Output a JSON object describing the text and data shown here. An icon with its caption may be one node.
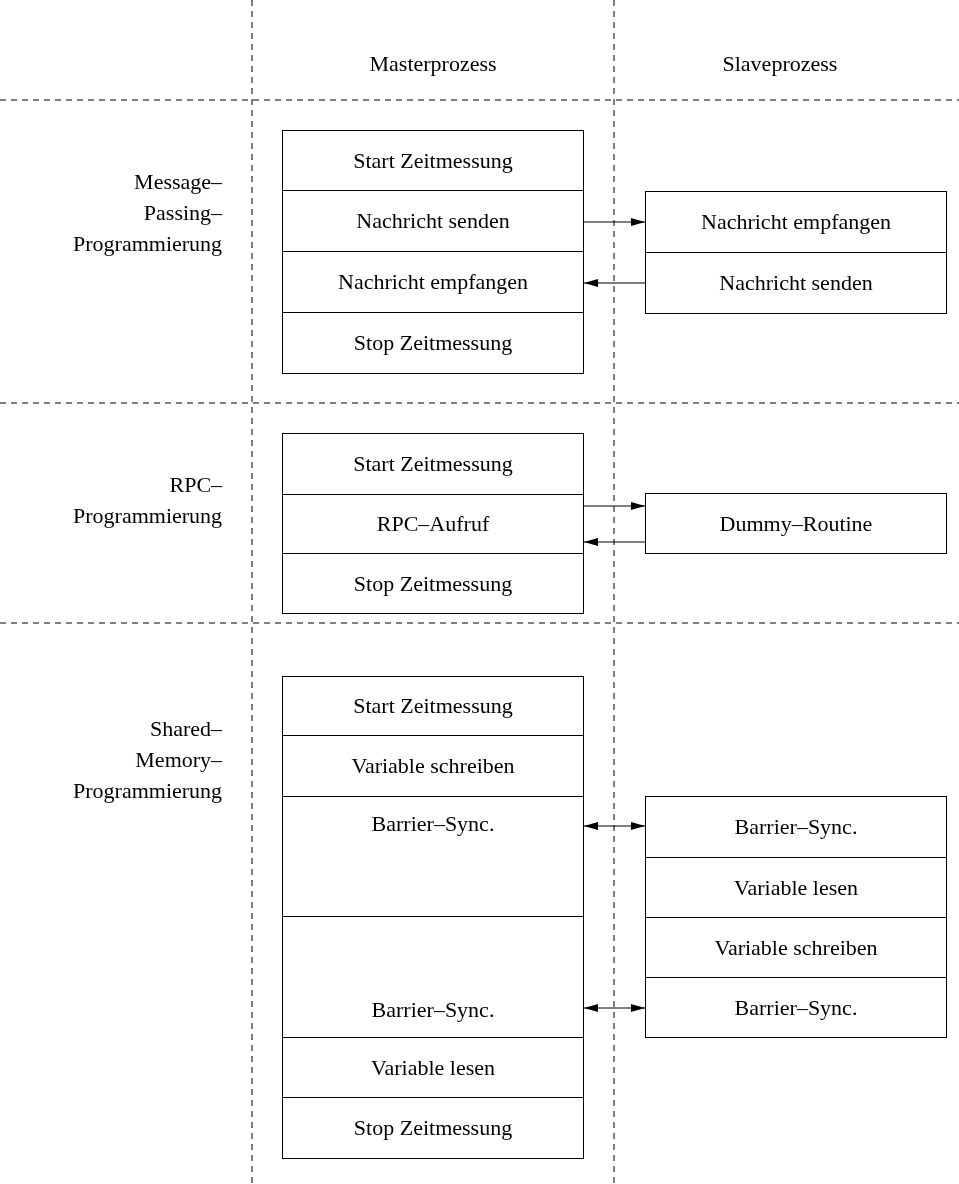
{
  "diagram": {
    "nodes": [
      {
        "text": [
          "Start Zeitmessung"
        ]
      },
      {
        "text": [
          "Nachricht senden"
        ]
      },
      {
        "text": [
          "Nachricht empfangen"
        ]
      },
      {
        "text": [
          "Stop Zeitmessung"
        ]
      },
      {
        "text": [
          "Nachricht empfangen"
        ]
      },
      {
        "text": [
          "Nachricht senden"
        ]
      },
      {
        "text": [
          "Start Zeitmessung"
        ]
      },
      {
        "text": [
          "RPC–Aufruf"
        ]
      },
      {
        "text": [
          "Stop Zeitmessung"
        ]
      },
      {
        "text": [
          "Dummy–Routine"
        ]
      },
      {
        "text": [
          "Start Zeitmessung"
        ]
      },
      {
        "text": [
          "Variable schreiben"
        ]
      },
      {
        "text": [
          "Barrier–Sync."
        ]
      },
      {
        "text": [
          "Barrier–Sync."
        ]
      },
      {
        "text": [
          "Variable lesen"
        ]
      },
      {
        "text": [
          "Stop Zeitmessung"
        ]
      },
      {
        "text": [
          "Barrier–Sync."
        ]
      },
      {
        "text": [
          "Variable lesen"
        ]
      },
      {
        "text": [
          "Variable schreiben"
        ]
      },
      {
        "text": [
          "Barrier–Sync."
        ]
      }
    ],
    "edges": [
      {
        "from": 1,
        "to": 4,
        "arrow": "to"
      },
      {
        "from": 5,
        "to": 2,
        "arrow": "to"
      },
      {
        "from": 7,
        "to": 9,
        "arrow": "to"
      },
      {
        "from": 9,
        "to": 7,
        "arrow": "to"
      },
      {
        "from": 12,
        "to": 16,
        "arrow": "both"
      },
      {
        "from": 13,
        "to": 19,
        "arrow": "both"
      }
    ],
    "labels": [
      "Masterprozess",
      "Slaveprozess",
      "Message– Passing– Programmierung",
      "RPC– Programmierung",
      "Shared– Memory– Programmierung"
    ]
  }
}
